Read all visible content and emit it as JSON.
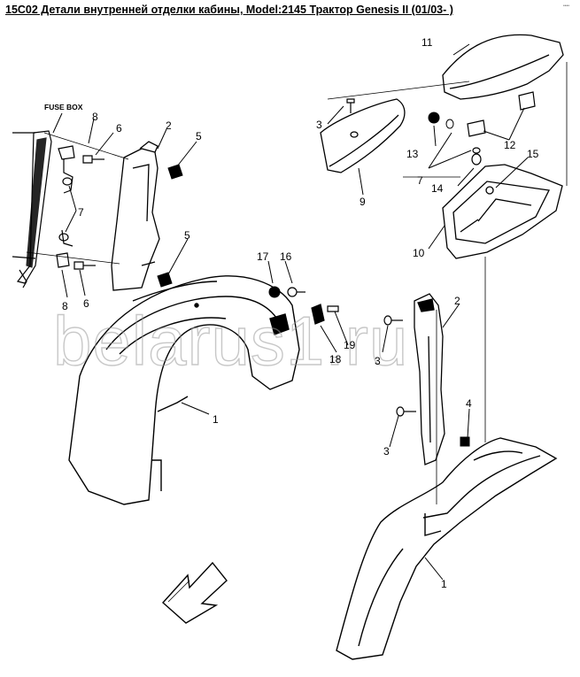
{
  "title": "15C02 Детали внутренней отделки кабины, Model:2145 Трактор Genesis II (01/03- )",
  "corner_mark": "••••",
  "watermark": "belarus1.ru",
  "fuse_box_label": "FUSE BOX",
  "callouts": {
    "c1_main": "1",
    "c1_right": "1",
    "c2_left": "2",
    "c2_right": "2",
    "c3_top": "3",
    "c3_mid": "3",
    "c3_low": "3",
    "c4": "4",
    "c5_top": "5",
    "c5_low": "5",
    "c6_top": "6",
    "c6_low": "6",
    "c7_left": "7",
    "c7_right": "7",
    "c8_top": "8",
    "c8_low": "8",
    "c9": "9",
    "c10": "10",
    "c11": "11",
    "c12": "12",
    "c13": "13",
    "c14": "14",
    "c15": "15",
    "c16": "16",
    "c17": "17",
    "c18": "18",
    "c19": "19"
  }
}
